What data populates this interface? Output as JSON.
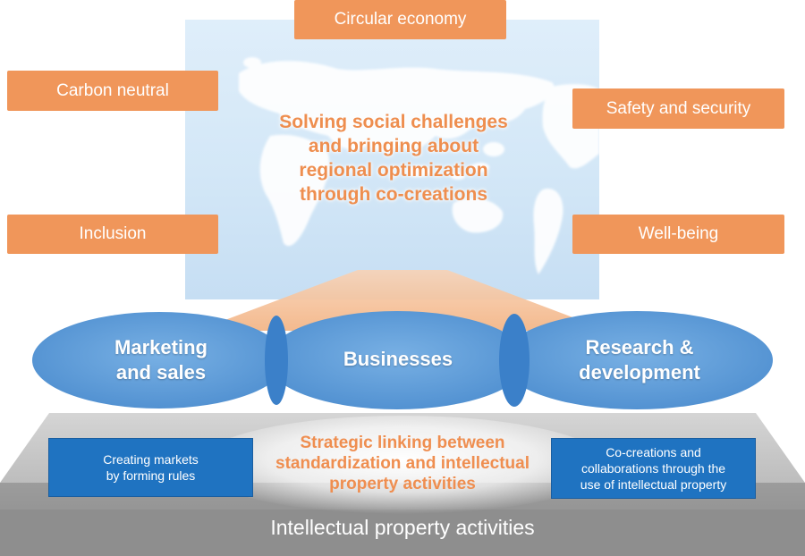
{
  "challenges": {
    "circular_economy": "Circular economy",
    "carbon_neutral": "Carbon neutral",
    "safety_security": "Safety and security",
    "inclusion": "Inclusion",
    "well_being": "Well-being"
  },
  "center": {
    "line1": "Solving social challenges",
    "line2": "and bringing about",
    "line3": "regional optimization",
    "line4": "through co-creations"
  },
  "pillars": {
    "marketing_line1": "Marketing",
    "marketing_line2": "and sales",
    "businesses": "Businesses",
    "research_line1": "Research &",
    "research_line2": "development"
  },
  "foundation": {
    "left_line1": "Creating markets",
    "left_line2": "by forming rules",
    "center_line1": "Strategic linking between",
    "center_line2": "standardization and intellectual",
    "center_line3": "property activities",
    "right_line1": "Co-creations and",
    "right_line2": "collaborations through the",
    "right_line3": "use of intellectual property",
    "title": "Intellectual property activities"
  },
  "colors": {
    "orange": "#f0965a",
    "orange_text": "#ee8e4f",
    "ellipse_blue": "#5e9ad6",
    "overlap_blue": "#3a7fc8",
    "box_blue": "#1f73c1",
    "base_gray": "#9b9b9b"
  }
}
